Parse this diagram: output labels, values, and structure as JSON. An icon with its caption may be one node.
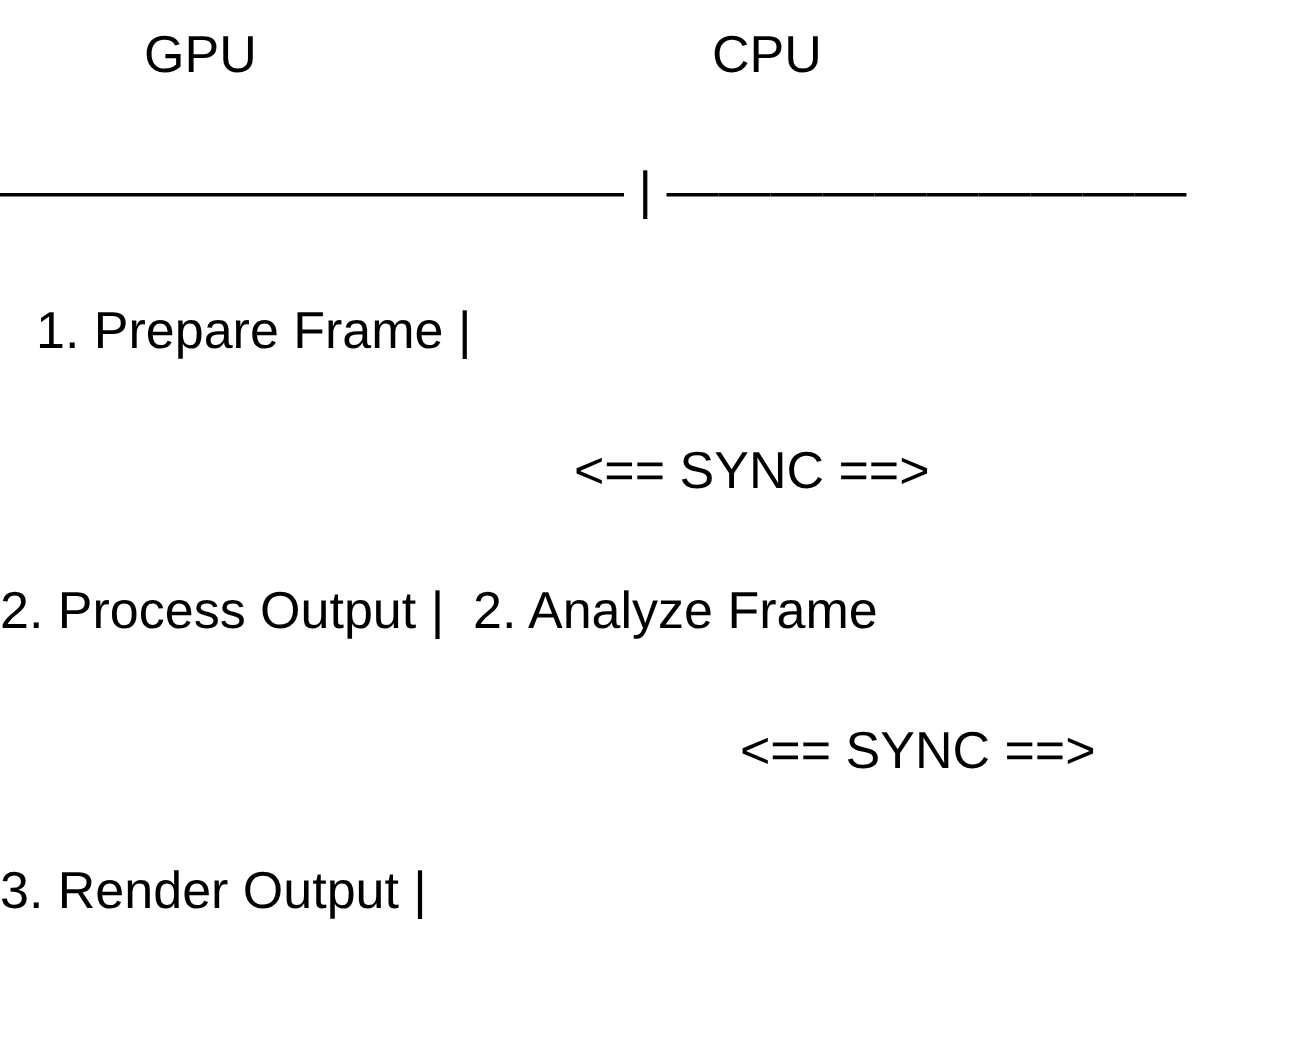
{
  "diagram": {
    "labels": [
      "GPU",
      "CPU",
      "———————————— | ——————————",
      "1. Prepare Frame |",
      "<== SYNC ==>",
      "2. Process Output |  2. Analyze Frame",
      "<== SYNC ==>",
      "3. Render Output |"
    ]
  }
}
